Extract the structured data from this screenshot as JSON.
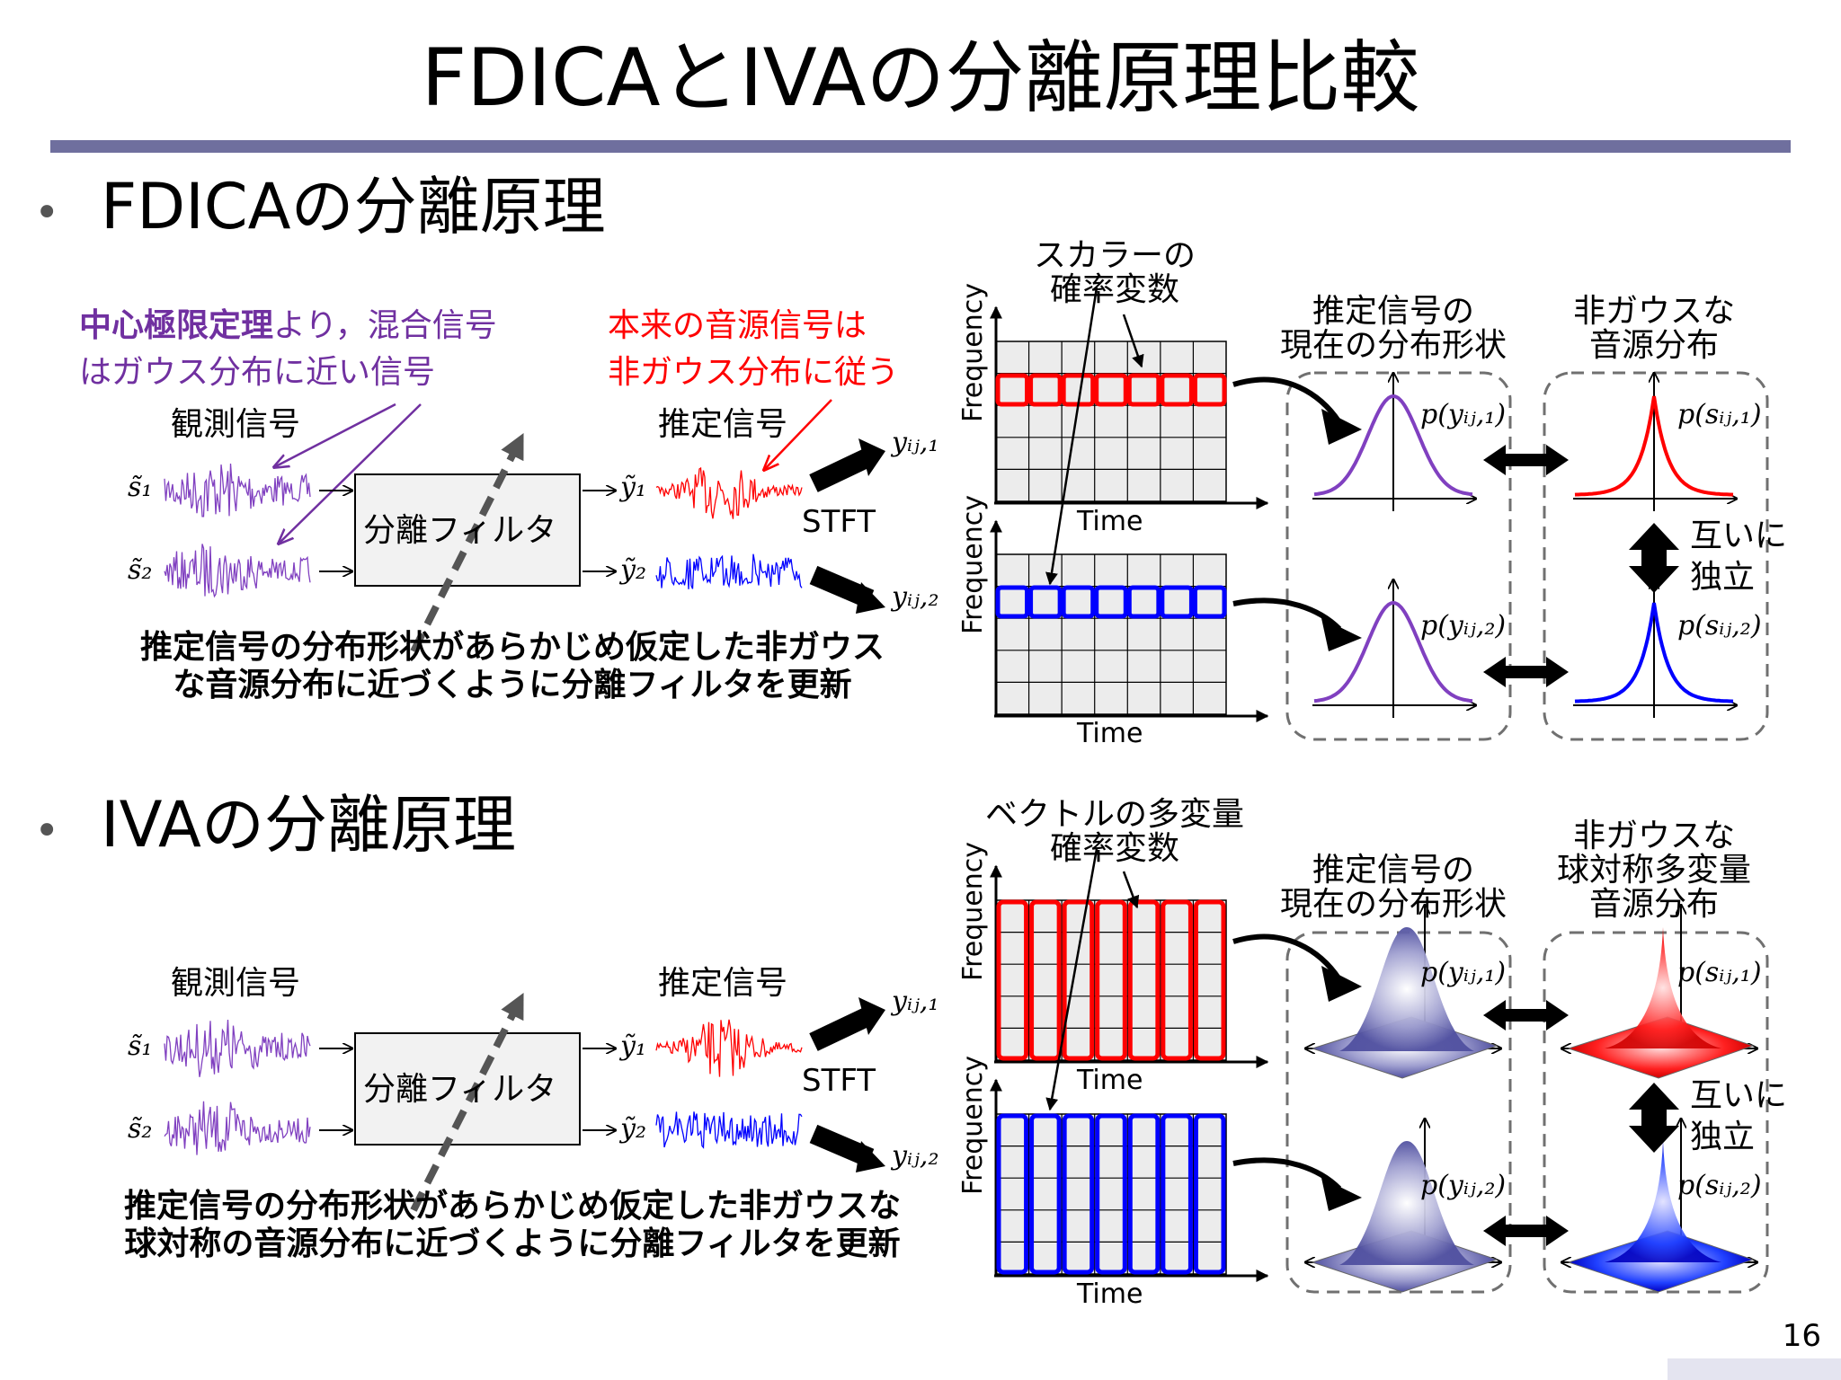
{
  "title": "FDICAとIVAの分離原理比較",
  "page_number": "16",
  "fdica": {
    "heading": "FDICAの分離原理",
    "note_left_bold": "中心極限定理",
    "note_left_rest": "より，混合信号",
    "note_left_line2": "はガウス分布に近い信号",
    "note_right_line1": "本来の音源信号は",
    "note_right_line2": "非ガウス分布に従う",
    "observed_label": "観測信号",
    "estimated_label": "推定信号",
    "filter_label": "分離フィルタ",
    "stft_label": "STFT",
    "s1": "s̃₁",
    "s2": "s̃₂",
    "yt1": "ỹ₁",
    "yt2": "ỹ₂",
    "y1": "yᵢⱼ,₁",
    "y2": "yᵢⱼ,₂",
    "bottom_line1": "推定信号の分布形状があらかじめ仮定した非ガウス",
    "bottom_line2": "な音源分布に近づくように分離フィルタを更新",
    "scalar_line1": "スカラーの",
    "scalar_line2": "確率変数",
    "est_dist_line1": "推定信号の",
    "est_dist_line2": "現在の分布形状",
    "nongauss_line1": "非ガウスな",
    "nongauss_line2": "音源分布",
    "p_y1": "p(yᵢⱼ,₁)",
    "p_y2": "p(yᵢⱼ,₂)",
    "p_s1": "p(sᵢⱼ,₁)",
    "p_s2": "p(sᵢⱼ,₂)",
    "indep_line1": "互いに",
    "indep_line2": "独立",
    "axis_freq": "Frequency",
    "axis_time": "Time"
  },
  "iva": {
    "heading": "IVAの分離原理",
    "observed_label": "観測信号",
    "estimated_label": "推定信号",
    "filter_label": "分離フィルタ",
    "stft_label": "STFT",
    "s1": "s̃₁",
    "s2": "s̃₂",
    "yt1": "ỹ₁",
    "yt2": "ỹ₂",
    "y1": "yᵢⱼ,₁",
    "y2": "yᵢⱼ,₂",
    "bottom_line1": "推定信号の分布形状があらかじめ仮定した非ガウスな",
    "bottom_line2": "球対称の音源分布に近づくように分離フィルタを更新",
    "vector_line1": "ベクトルの多変量",
    "vector_line2": "確率変数",
    "est_dist_line1": "推定信号の",
    "est_dist_line2": "現在の分布形状",
    "nongauss_line1": "非ガウスな",
    "nongauss_line2": "球対称多変量",
    "nongauss_line3": "音源分布",
    "p_y1": "p(yᵢⱼ,₁)",
    "p_y2": "p(yᵢⱼ,₂)",
    "p_s1": "p(sᵢⱼ,₁)",
    "p_s2": "p(sᵢⱼ,₂)",
    "indep_line1": "互いに",
    "indep_line2": "独立",
    "axis_freq": "Frequency",
    "axis_time": "Time"
  },
  "colors": {
    "title_bar": "#6f6f9e",
    "purple": "#7030a0",
    "red": "#ff0000",
    "blue": "#0000ff",
    "wave_purple": "#8040c0",
    "grid_bg": "#ececec",
    "dashed": "#707070"
  }
}
